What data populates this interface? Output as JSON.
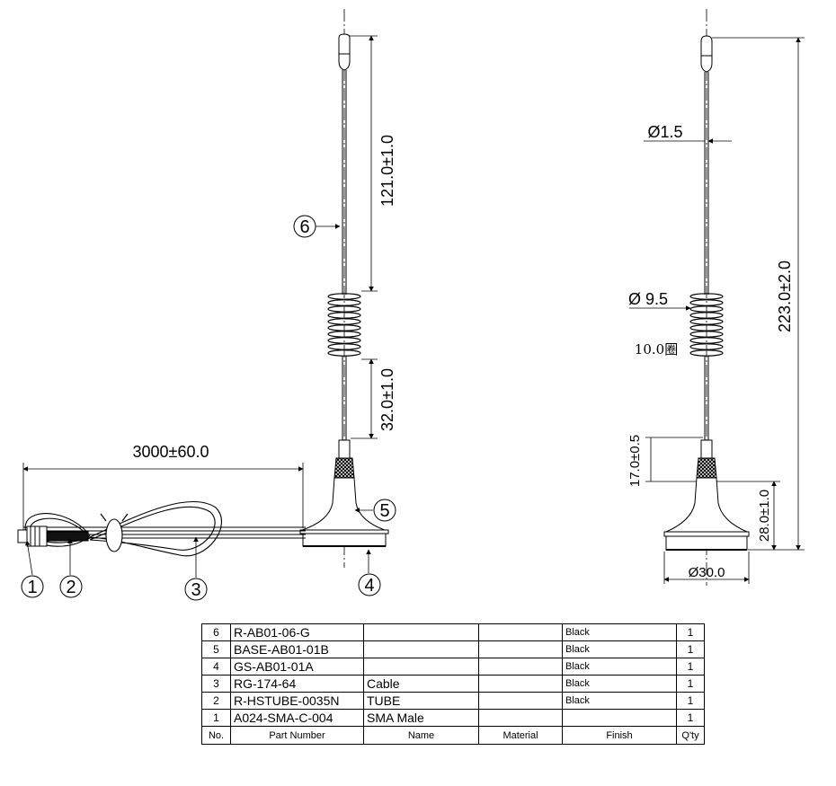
{
  "dimensions": {
    "whip_length": "121.0±1.0",
    "lower_rod_length": "32.0±1.0",
    "cable_length": "3000±60.0",
    "rod_diameter": "Ø1.5",
    "coil_diameter": "Ø 9.5",
    "coil_turns": "10.0圈",
    "total_height": "223.0±2.0",
    "collar_height": "17.0±0.5",
    "base_height": "28.0±1.0",
    "base_diameter": "Ø30.0"
  },
  "balloons": [
    "1",
    "2",
    "3",
    "4",
    "5",
    "6"
  ],
  "bom": {
    "rows": [
      {
        "no": "6",
        "part_number": "R-AB01-06-G",
        "name": "",
        "material": "",
        "finish": "Black",
        "qty": "1"
      },
      {
        "no": "5",
        "part_number": "BASE-AB01-01B",
        "name": "",
        "material": "",
        "finish": "Black",
        "qty": "1"
      },
      {
        "no": "4",
        "part_number": "GS-AB01-01A",
        "name": "",
        "material": "",
        "finish": "Black",
        "qty": "1"
      },
      {
        "no": "3",
        "part_number": "RG-174-64",
        "name": "Cable",
        "material": "",
        "finish": "Black",
        "qty": "1"
      },
      {
        "no": "2",
        "part_number": "R-HSTUBE-0035N",
        "name": "TUBE",
        "material": "",
        "finish": "Black",
        "qty": "1"
      },
      {
        "no": "1",
        "part_number": "A024-SMA-C-004",
        "name": "SMA Male",
        "material": "",
        "finish": "",
        "qty": "1"
      }
    ],
    "header": {
      "no": "No.",
      "part_number": "Part Number",
      "name": "Name",
      "material": "Material",
      "finish": "Finish",
      "qty": "Q'ty"
    }
  }
}
